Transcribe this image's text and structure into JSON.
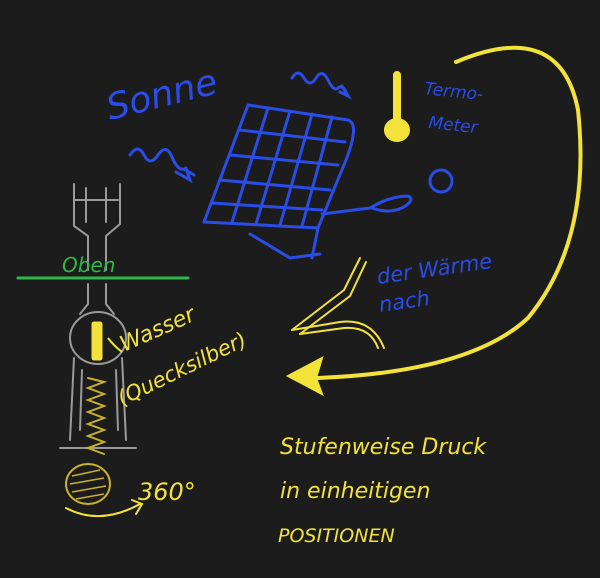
{
  "labels": {
    "sun": "Sonne",
    "thermo_1": "Termo-",
    "thermo_2": "Meter",
    "heat_1": "der Wärme",
    "heat_2": "nach",
    "top": "Oben",
    "water_1": "Wasser",
    "water_2": "(Quecksilber)",
    "rotation": "360°",
    "note_1": "Stufenweise Druck",
    "note_2": "in einheitigen",
    "note_3": "POSITIONEN"
  },
  "colors": {
    "background": "#1c1c1c",
    "blue": "#2a4de8",
    "yellow": "#f3e23a",
    "green": "#2fb84a",
    "grey": "#9a9a9a"
  }
}
